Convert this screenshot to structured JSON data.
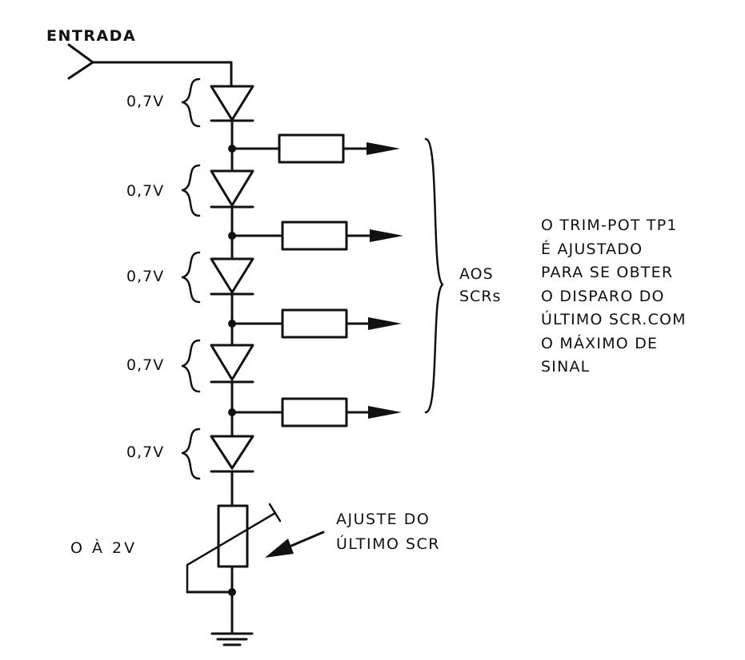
{
  "labels": {
    "input": "ENTRADA",
    "diode_drops": [
      "0,7V",
      "0,7V",
      "0,7V",
      "0,7V",
      "0,7V"
    ],
    "range": "O À 2V",
    "output_group": [
      "AOS",
      "SCRs"
    ],
    "adjust": [
      "AJUSTE DO",
      "ÚLTIMO SCR"
    ],
    "note": [
      "O TRIM-POT TP1",
      "É AJUSTADO",
      "PARA SE OBTER",
      "O DISPARO DO",
      "ÚLTIMO SCR.COM",
      "O MÁXIMO DE",
      "SINAL"
    ]
  }
}
